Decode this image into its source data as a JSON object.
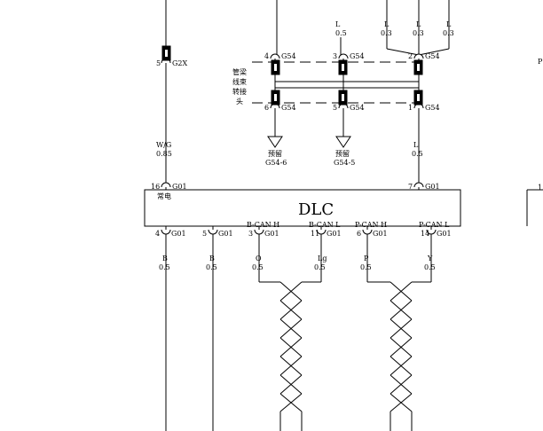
{
  "top_wires": [
    {
      "color": "L",
      "size": "0.5"
    },
    {
      "color": "L",
      "size": "0.3"
    },
    {
      "color": "L",
      "size": "0.3"
    },
    {
      "color": "L",
      "size": "0.3"
    }
  ],
  "g2x_pin": "5",
  "g2x_name": "G2X",
  "splice_label": [
    "管梁",
    "线束",
    "转接",
    "头"
  ],
  "g54_top": [
    {
      "pin": "4",
      "name": "G54"
    },
    {
      "pin": "3",
      "name": "G54"
    },
    {
      "pin": "2",
      "name": "G54"
    }
  ],
  "g54_bottom": [
    {
      "pin": "6",
      "name": "G54"
    },
    {
      "pin": "5",
      "name": "G54"
    },
    {
      "pin": "1",
      "name": "G54"
    }
  ],
  "reserve": [
    {
      "label": "预留",
      "ref": "G54-6"
    },
    {
      "label": "预留",
      "ref": "G54-5"
    }
  ],
  "wire_wg": {
    "color": "W/G",
    "size": "0.85"
  },
  "wire_l": {
    "color": "L",
    "size": "0.5"
  },
  "dlc": {
    "title": "DLC",
    "power_pin": "16",
    "power_conn": "G01",
    "power_label": "常电",
    "right_pin": "7",
    "right_conn": "G01",
    "bottom_pins": [
      {
        "pin": "4",
        "conn": "G01",
        "signal": "",
        "color": "B",
        "size": "0.5"
      },
      {
        "pin": "5",
        "conn": "G01",
        "signal": "",
        "color": "B",
        "size": "0.5"
      },
      {
        "pin": "3",
        "conn": "G01",
        "signal": "B-CAN H",
        "color": "O",
        "size": "0.5"
      },
      {
        "pin": "11",
        "conn": "G01",
        "signal": "B-CAN L",
        "color": "Lg",
        "size": "0.5"
      },
      {
        "pin": "6",
        "conn": "G01",
        "signal": "P-CAN H",
        "color": "P",
        "size": "0.5"
      },
      {
        "pin": "14",
        "conn": "G01",
        "signal": "P-CAN L",
        "color": "Y",
        "size": "0.5"
      }
    ]
  },
  "edge_marks": [
    "P",
    "1"
  ]
}
